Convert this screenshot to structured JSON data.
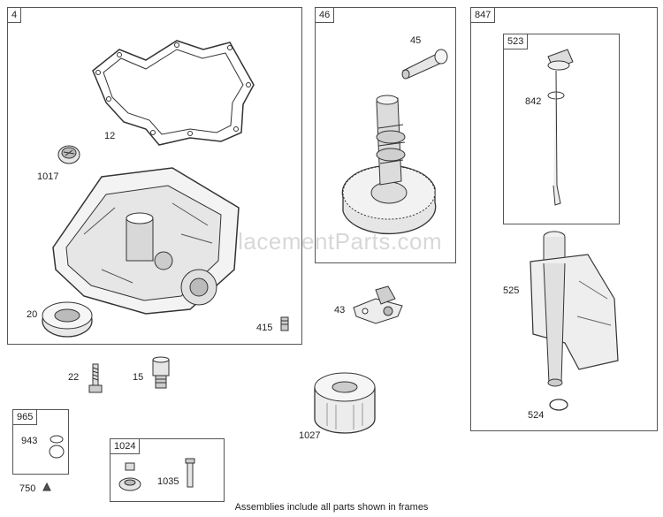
{
  "frames": {
    "f4": "4",
    "f46": "46",
    "f847": "847",
    "f523": "523",
    "f965": "965",
    "f1024": "1024"
  },
  "labels": {
    "p12": "12",
    "p1017": "1017",
    "p20": "20",
    "p415": "415",
    "p45": "45",
    "p43": "43",
    "p842": "842",
    "p525": "525",
    "p524": "524",
    "p22": "22",
    "p15": "15",
    "p1027": "1027",
    "p943": "943",
    "p750": "750",
    "p1035": "1035"
  },
  "watermark": "eReplacementParts.com",
  "caption": "Assemblies include all parts shown in frames"
}
